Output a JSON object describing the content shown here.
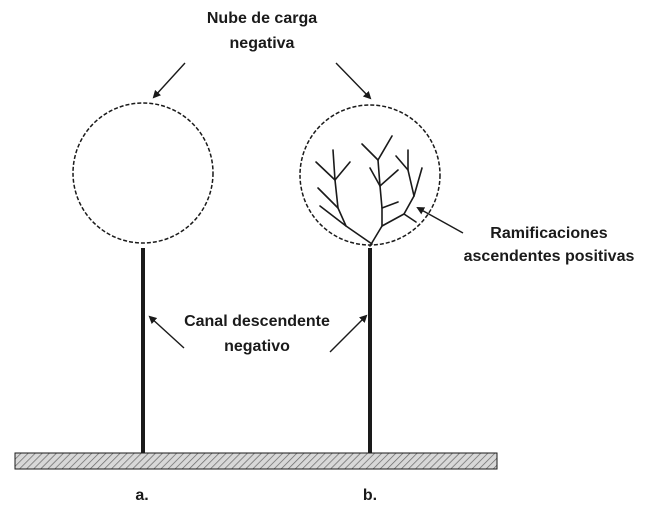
{
  "labels": {
    "cloud_line1": "Nube de carga",
    "cloud_line2": "negativa",
    "branches_line1": "Ramificaciones",
    "branches_line2": "ascendentes positivas",
    "channel_line1": "Canal descendente",
    "channel_line2": "negativo",
    "panel_a": "a.",
    "panel_b": "b."
  },
  "colors": {
    "line": "#1a1a1a",
    "ground_fill": "#d8d8d8",
    "ground_hatch": "#666666"
  }
}
